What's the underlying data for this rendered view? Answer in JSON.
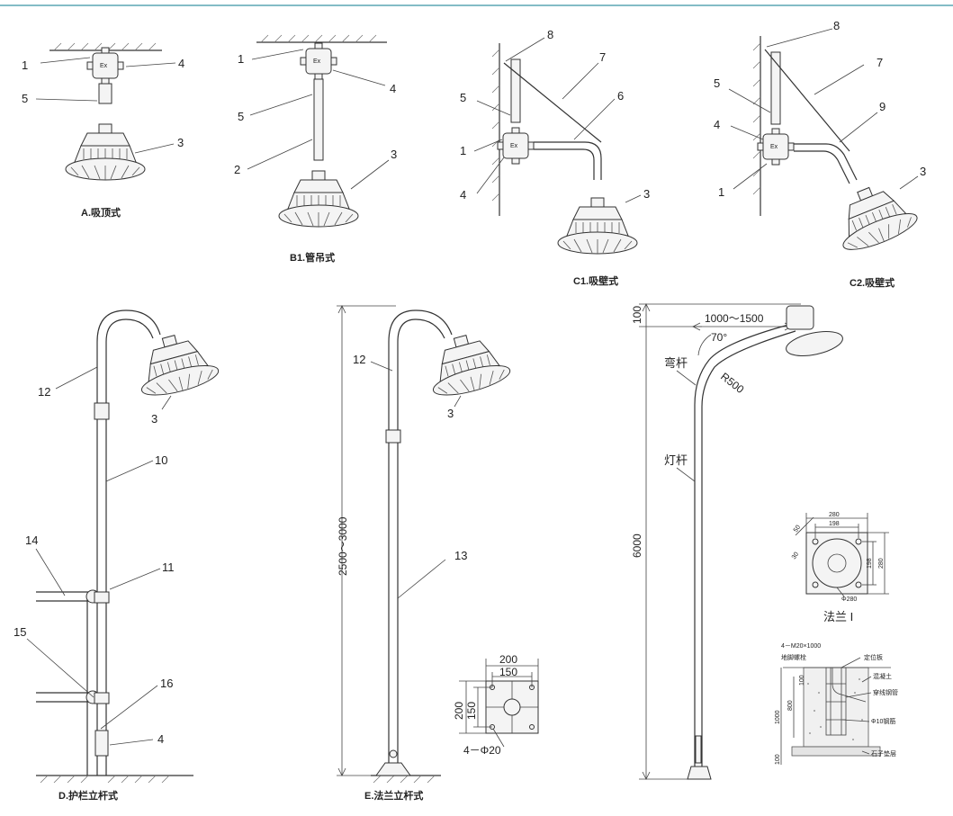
{
  "colors": {
    "header_rule": "#5aa6b4",
    "line": "#333333",
    "lamp_fill": "#f4f4f4"
  },
  "captions": {
    "a": "A.吸顶式",
    "b1": "B1.管吊式",
    "c1": "C1.吸壁式",
    "c2": "C2.吸壁式",
    "d": "D.护栏立杆式",
    "e": "E.法兰立杆式",
    "flange1": "法兰 I"
  },
  "callouts": {
    "a": [
      "1",
      "4",
      "5",
      "3"
    ],
    "b1": [
      "1",
      "4",
      "5",
      "2",
      "3"
    ],
    "c1": [
      "8",
      "7",
      "5",
      "6",
      "1",
      "4",
      "3"
    ],
    "c2": [
      "8",
      "7",
      "5",
      "9",
      "4",
      "1",
      "3"
    ],
    "d": [
      "12",
      "3",
      "10",
      "14",
      "11",
      "15",
      "16",
      "4"
    ],
    "e": [
      "12",
      "3",
      "13"
    ]
  },
  "box_label": "Ex",
  "dimensions_e": {
    "height": "2500～3000",
    "plate_w": "200",
    "plate_hole_w": "150",
    "plate_h": "200",
    "plate_hole_h": "150",
    "holes": "4－Φ20"
  },
  "street_light": {
    "top": "100",
    "reach": "1000～1500",
    "angle": "70°",
    "radius": "R500",
    "bend_arm": "弯杆",
    "pole": "灯杆",
    "height": "6000"
  },
  "flange_detail": {
    "outer": "280",
    "inner": "198",
    "side_outer": "280",
    "side_inner": "198",
    "corner_a": "50",
    "corner_b": "30",
    "diameter": "Φ280"
  },
  "foundation": {
    "bolts": "4－M20×1000",
    "anchor": "地脚螺栓",
    "locator": "定位板",
    "concrete": "混凝土",
    "conduit": "穿线钢管",
    "rebar": "Φ10钢筋",
    "gravel": "石子垫层",
    "d1000": "1000",
    "d800": "800",
    "d100a": "100",
    "d100b": "100"
  }
}
